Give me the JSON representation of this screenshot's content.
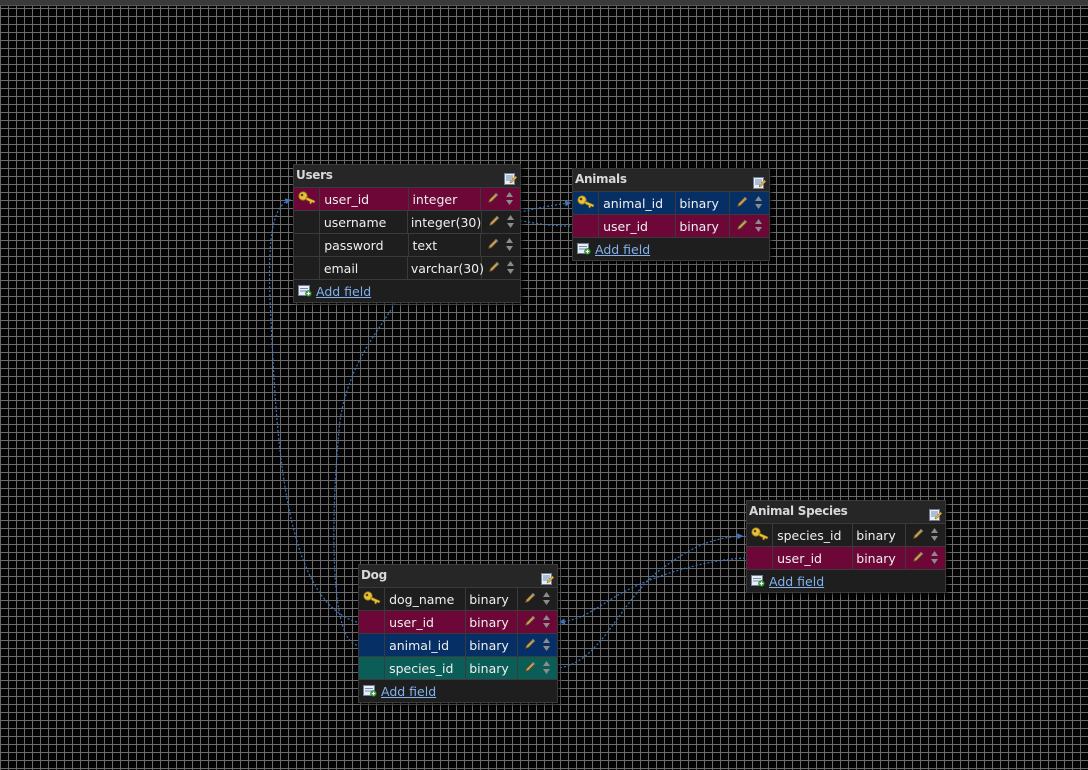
{
  "labels": {
    "add_field": "Add field",
    "edit_icon": "edit-table-icon",
    "key_icon": "key-icon",
    "pencil_icon": "pencil-icon",
    "updown_icon": "up-down-arrows-icon",
    "add_icon": "add-field-icon"
  },
  "colors": {
    "fk_magenta": "#6d0737",
    "fk_blue": "#062f66",
    "fk_teal": "#0b5d57",
    "link": "#3a78c2",
    "background": "#040404",
    "grid": "#6b6b6b"
  },
  "tables": [
    {
      "id": "users",
      "name": "Users",
      "fields": [
        {
          "name": "user_id",
          "type": "integer",
          "key": true,
          "style": "fk"
        },
        {
          "name": "username",
          "type": "integer(30)",
          "key": false,
          "style": ""
        },
        {
          "name": "password",
          "type": "text",
          "key": false,
          "style": ""
        },
        {
          "name": "email",
          "type": "varchar(30)",
          "key": false,
          "style": ""
        }
      ]
    },
    {
      "id": "animals",
      "name": "Animals",
      "fields": [
        {
          "name": "animal_id",
          "type": "binary",
          "key": true,
          "style": "fk2"
        },
        {
          "name": "user_id",
          "type": "binary",
          "key": false,
          "style": "fk"
        }
      ]
    },
    {
      "id": "animal-species",
      "name": "Animal Species",
      "fields": [
        {
          "name": "species_id",
          "type": "binary",
          "key": true,
          "style": ""
        },
        {
          "name": "user_id",
          "type": "binary",
          "key": false,
          "style": "fk"
        }
      ]
    },
    {
      "id": "dog",
      "name": "Dog",
      "fields": [
        {
          "name": "dog_name",
          "type": "binary",
          "key": true,
          "style": ""
        },
        {
          "name": "user_id",
          "type": "binary",
          "key": false,
          "style": "fk"
        },
        {
          "name": "animal_id",
          "type": "binary",
          "key": false,
          "style": "fk2"
        },
        {
          "name": "species_id",
          "type": "binary",
          "key": false,
          "style": "fk3"
        }
      ]
    }
  ]
}
